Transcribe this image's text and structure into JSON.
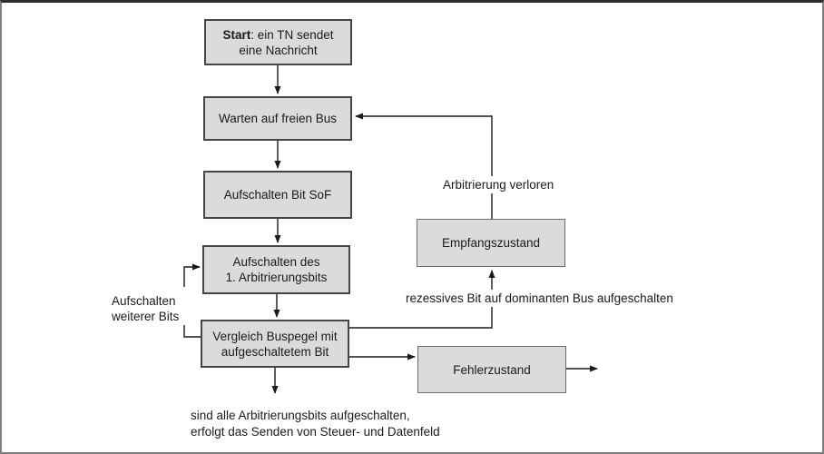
{
  "colors": {
    "box_fill": "#dbdbdb",
    "box_border": "#454545",
    "box_border_right": "#6e6e6e",
    "line_color": "#1a1a1a"
  },
  "nodes": {
    "start": {
      "line1_bold": "Start",
      "line1_rest": ": ein TN sendet",
      "line2": "eine Nachricht"
    },
    "warten": {
      "label": "Warten auf freien Bus"
    },
    "sof": {
      "label": "Aufschalten Bit SoF"
    },
    "arb1": {
      "line1": "Aufschalten des",
      "line2": "1. Arbitrierungsbits"
    },
    "vergleich": {
      "line1": "Vergleich Buspegel mit",
      "line2": "aufgeschaltetem Bit"
    },
    "empfang": {
      "label": "Empfangszustand"
    },
    "fehler": {
      "label": "Fehlerzustand"
    }
  },
  "labels": {
    "arbitrierung_verloren": "Arbitrierung verloren",
    "rezessives": "rezessives Bit auf dominanten Bus aufgeschalten",
    "weitere_line1": "Aufschalten",
    "weitere_line2": "weiterer Bits",
    "ende_line1": "sind alle Arbitrierungsbits aufgeschalten,",
    "ende_line2": "erfolgt das Senden von Steuer- und Datenfeld"
  }
}
